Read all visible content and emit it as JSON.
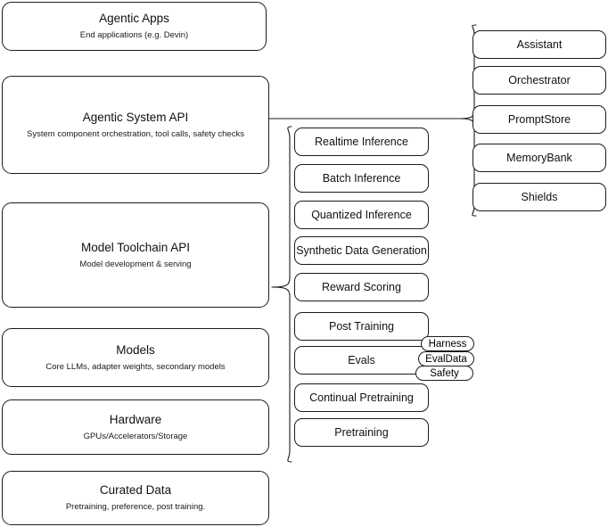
{
  "diagram": {
    "type": "layered-architecture-stack",
    "background_color": "#ffffff",
    "stroke_color": "#1b1b1b"
  },
  "layers": [
    {
      "key": "agentic-apps",
      "title": "Agentic Apps",
      "subtitle": "End applications (e.g. Devin)"
    },
    {
      "key": "agentic-system-api",
      "title": "Agentic System API",
      "subtitle": "System component orchestration, tool calls, safety checks"
    },
    {
      "key": "model-toolchain-api",
      "title": "Model Toolchain API",
      "subtitle": "Model development & serving"
    },
    {
      "key": "models",
      "title": "Models",
      "subtitle": "Core LLMs, adapter weights, secondary models"
    },
    {
      "key": "hardware",
      "title": "Hardware",
      "subtitle": "GPUs/Accelerators/Storage"
    },
    {
      "key": "curated-data",
      "title": "Curated Data",
      "subtitle": "Pretraining, preference, post training."
    }
  ],
  "toolchain_capabilities": [
    {
      "key": "realtime-inference",
      "label": "Realtime Inference"
    },
    {
      "key": "batch-inference",
      "label": "Batch Inference"
    },
    {
      "key": "quantized-inference",
      "label": "Quantized Inference"
    },
    {
      "key": "synthetic-data-generation",
      "label": "Synthetic Data Generation"
    },
    {
      "key": "reward-scoring",
      "label": "Reward Scoring"
    },
    {
      "key": "post-training",
      "label": "Post Training"
    },
    {
      "key": "evals",
      "label": "Evals"
    },
    {
      "key": "continual-pretraining",
      "label": "Continual Pretraining"
    },
    {
      "key": "pretraining",
      "label": "Pretraining"
    }
  ],
  "evals_subcomponents": [
    {
      "key": "harness",
      "label": "Harness"
    },
    {
      "key": "evaldata",
      "label": "EvalData"
    },
    {
      "key": "safety",
      "label": "Safety"
    }
  ],
  "system_components": [
    {
      "key": "assistant",
      "label": "Assistant"
    },
    {
      "key": "orchestrator",
      "label": "Orchestrator"
    },
    {
      "key": "promptstore",
      "label": "PromptStore"
    },
    {
      "key": "memorybank",
      "label": "MemoryBank"
    },
    {
      "key": "shields",
      "label": "Shields"
    }
  ]
}
